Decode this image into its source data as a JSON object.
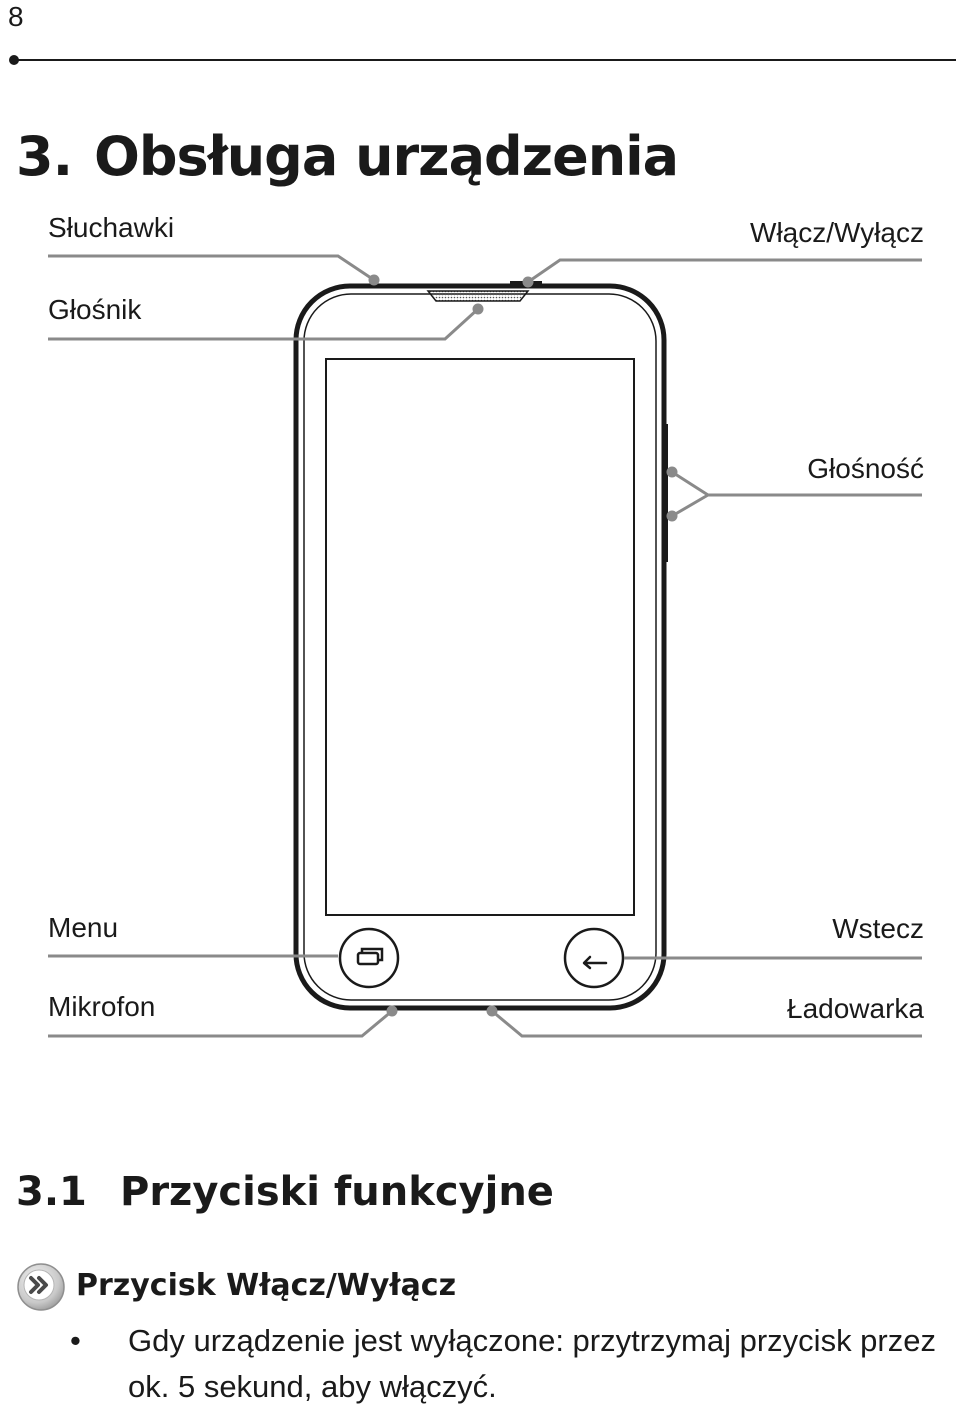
{
  "page": {
    "number": "8"
  },
  "chapter": {
    "number": "3.",
    "title": "Obsługa urządzenia"
  },
  "diagram": {
    "labels": {
      "headphones": "Słuchawki",
      "power": "Włącz/Wyłącz",
      "speaker": "Głośnik",
      "volume": "Głośność",
      "menu": "Menu",
      "back": "Wstecz",
      "microphone": "Mikrofon",
      "charger": "Ładowarka"
    }
  },
  "section": {
    "number": "3.1",
    "title": "Przyciski funkcyjne"
  },
  "subsection": {
    "icon": "double-chevron-right-icon",
    "title": "Przycisk Włącz/Wyłącz"
  },
  "bullets": [
    {
      "bullet": "•",
      "text": "Gdy urządzenie jest wyłączone: przytrzymaj przycisk przez ok. 5 sekund, aby włączyć."
    }
  ],
  "colors": {
    "text": "#1a1a1a",
    "leader": "#8a8a8a",
    "device_outline": "#1a1a1a"
  }
}
